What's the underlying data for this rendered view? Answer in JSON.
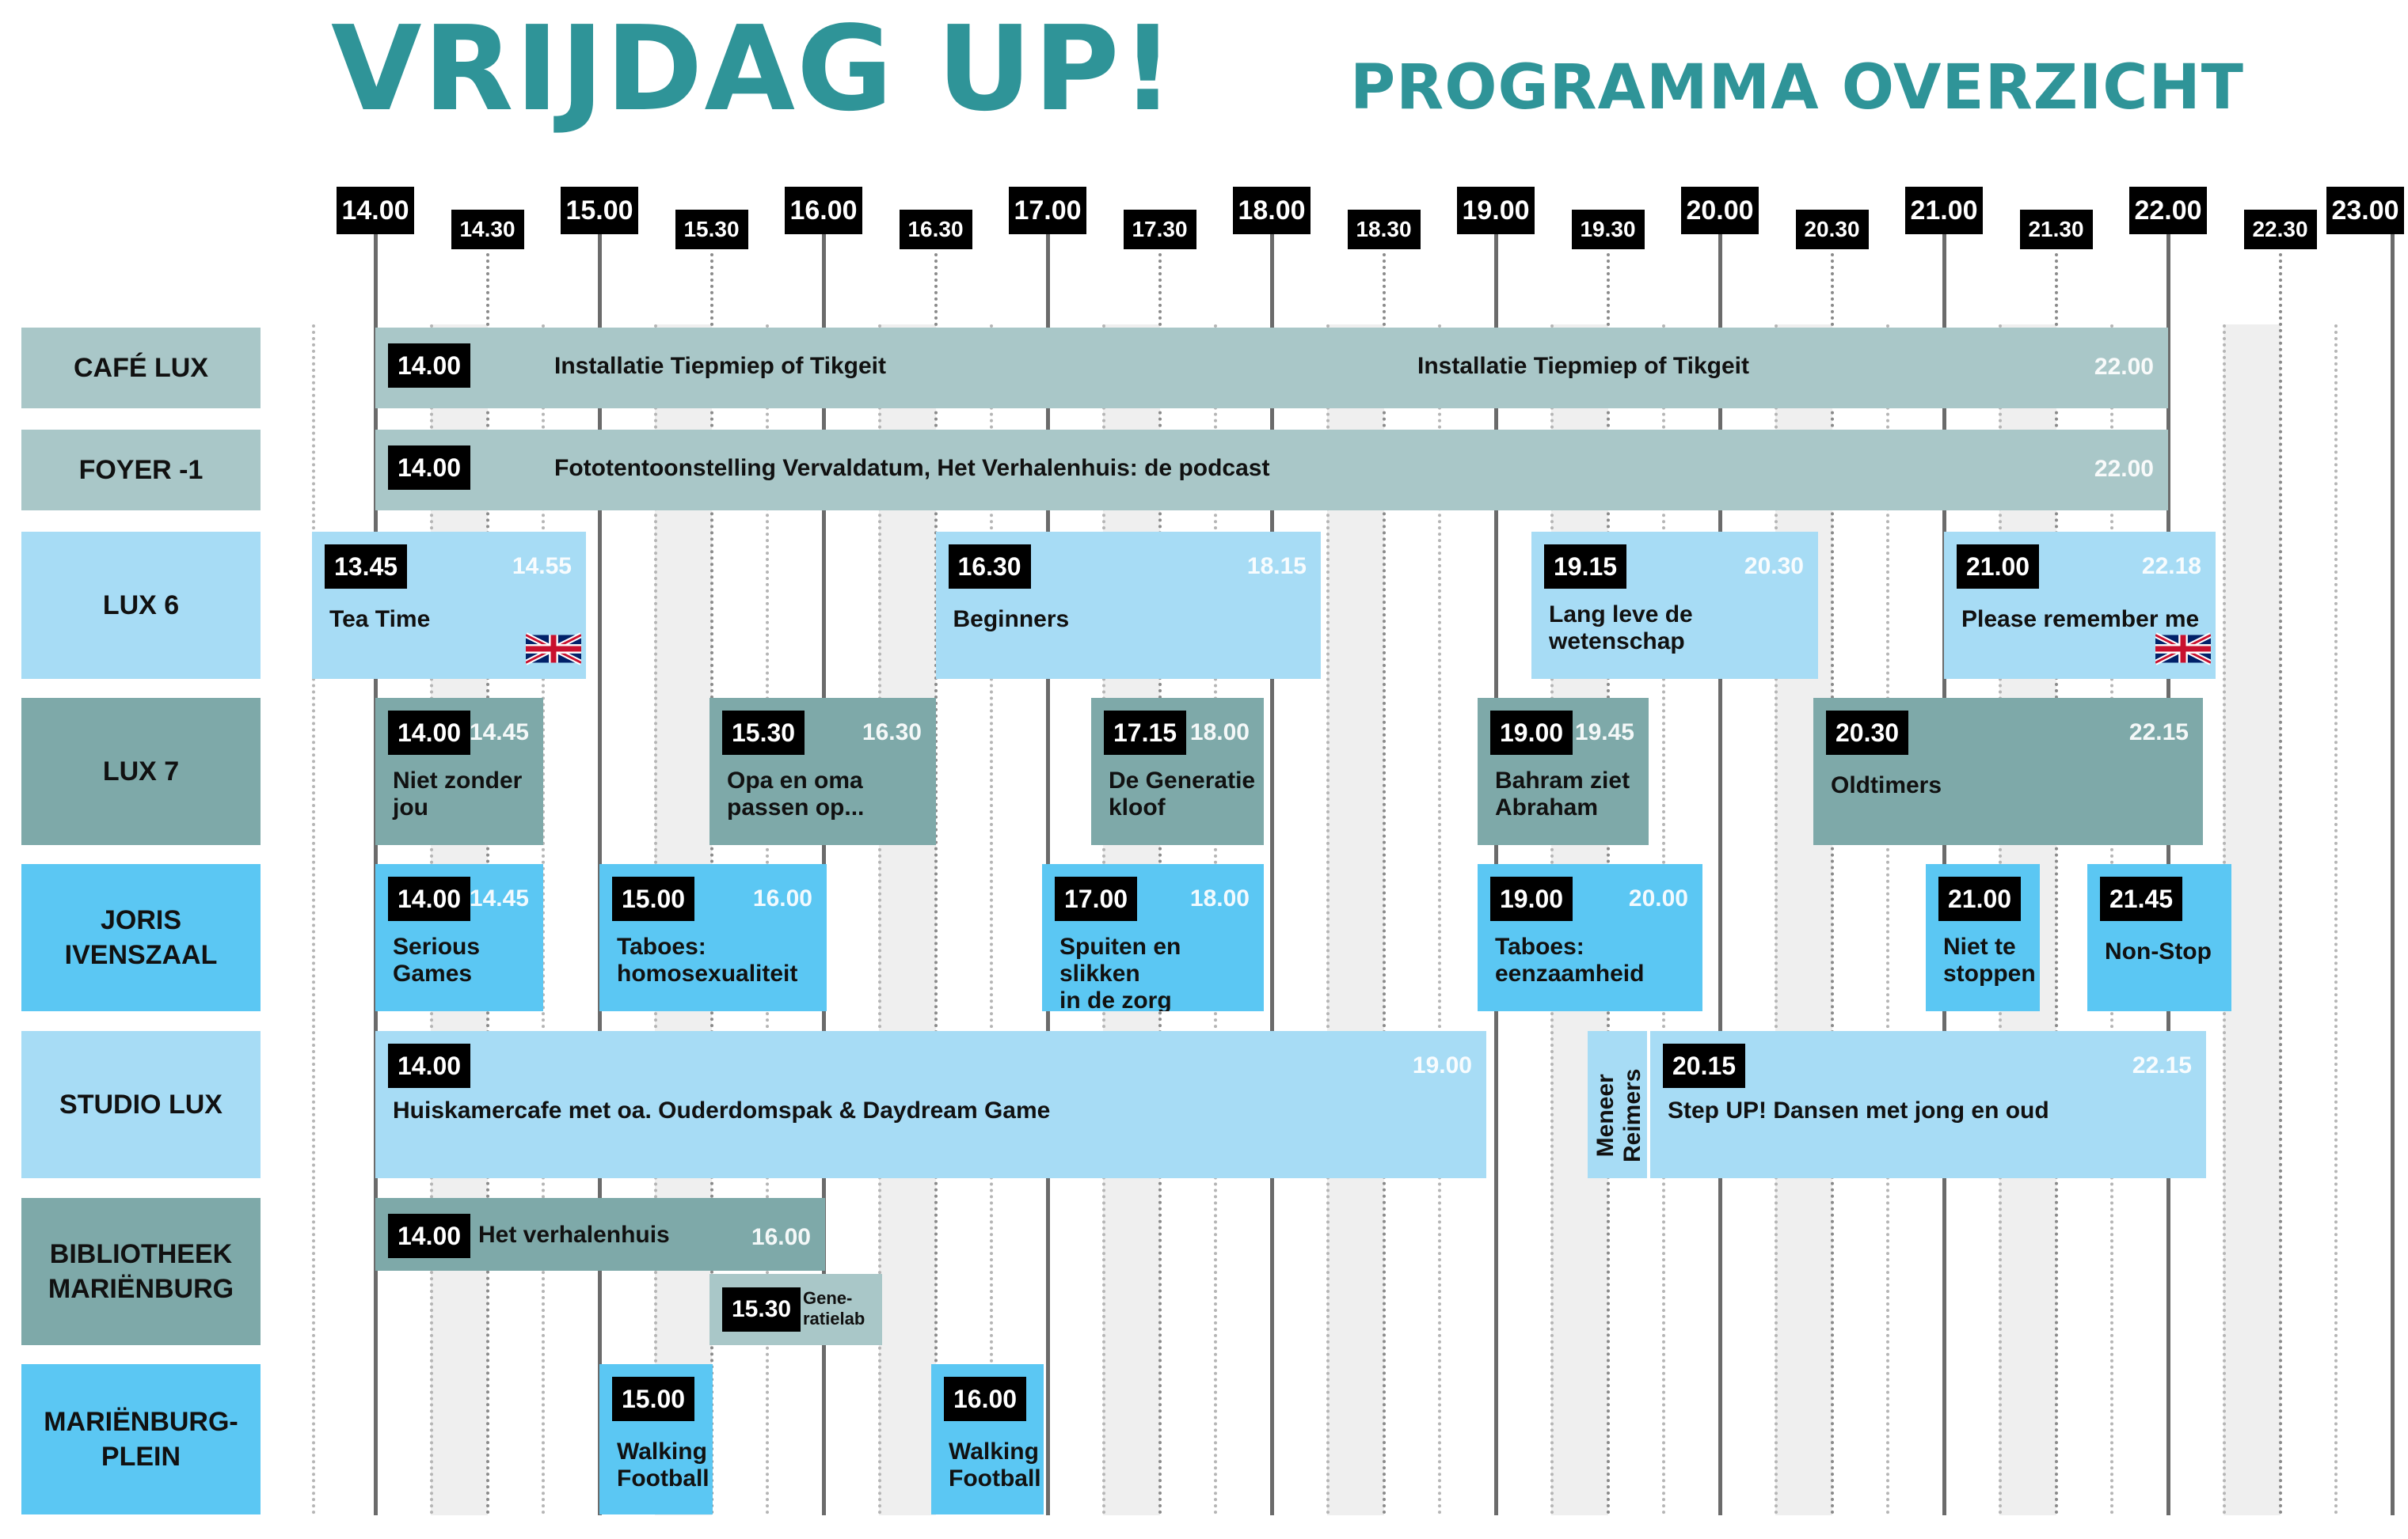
{
  "header": {
    "title": "VRIJDAG UP!",
    "subtitle": "PROGRAMMA OVERZICHT"
  },
  "colors": {
    "teal_title": "#2f9498",
    "grey_teal": "#a9c7c8",
    "light_blue": "#a7dcf5",
    "dark_teal": "#7ea9a9",
    "bright_blue": "#5bc7f3"
  },
  "time_axis": {
    "ticks": [
      "14.00",
      "14.30",
      "15.00",
      "15.30",
      "16.00",
      "16.30",
      "17.00",
      "17.30",
      "18.00",
      "18.30",
      "19.00",
      "19.30",
      "20.00",
      "20.30",
      "21.00",
      "21.30",
      "22.00",
      "22.30",
      "23.00"
    ]
  },
  "halls": [
    {
      "name": "CAFÉ LUX",
      "color": "#a9c7c8"
    },
    {
      "name": "FOYER -1",
      "color": "#a9c7c8"
    },
    {
      "name": "LUX 6",
      "color": "#a7dcf5"
    },
    {
      "name": "LUX 7",
      "color": "#7ea9a9"
    },
    {
      "name": "JORIS\nIVENSZAAL",
      "color": "#5bc7f3"
    },
    {
      "name": "STUDIO LUX",
      "color": "#a7dcf5"
    },
    {
      "name": "BIBLIOTHEEK\nMARIËNBURG",
      "color": "#7ea9a9"
    },
    {
      "name": "MARIËNBURG-\nPLEIN",
      "color": "#5bc7f3"
    }
  ],
  "events": [
    {
      "hall": 0,
      "start": "14.00",
      "end": "22.00",
      "title": "Installatie Tiepmiep of Tikgeit",
      "title2": "Installatie Tiepmiep of Tikgeit",
      "color": "#a9c7c8"
    },
    {
      "hall": 1,
      "start": "14.00",
      "end": "22.00",
      "title": "Fototentoonstelling Vervaldatum, Het Verhalenhuis: de podcast",
      "color": "#a9c7c8"
    },
    {
      "hall": 2,
      "start": "13.45",
      "end": "14.55",
      "title": "Tea Time",
      "flag": "uk-flag-icon",
      "color": "#a7dcf5"
    },
    {
      "hall": 2,
      "start": "16.30",
      "end": "18.15",
      "title": "Beginners",
      "color": "#a7dcf5"
    },
    {
      "hall": 2,
      "start": "19.15",
      "end": "20.30",
      "title": "Lang leve de\nwetenschap",
      "color": "#a7dcf5"
    },
    {
      "hall": 2,
      "start": "21.00",
      "end": "22.18",
      "title": "Please remember me",
      "flag": "uk-flag-icon",
      "color": "#a7dcf5"
    },
    {
      "hall": 3,
      "start": "14.00",
      "end": "14.45",
      "title": "Niet zonder\njou",
      "color": "#7ea9a9"
    },
    {
      "hall": 3,
      "start": "15.30",
      "end": "16.30",
      "title": "Opa en oma\npassen op...",
      "color": "#7ea9a9"
    },
    {
      "hall": 3,
      "start": "17.15",
      "end": "18.00",
      "title": "De Generatie\nkloof",
      "color": "#7ea9a9"
    },
    {
      "hall": 3,
      "start": "19.00",
      "end": "19.45",
      "title": "Bahram ziet\nAbraham",
      "color": "#7ea9a9"
    },
    {
      "hall": 3,
      "start": "20.30",
      "end": "22.15",
      "title": "Oldtimers",
      "color": "#7ea9a9"
    },
    {
      "hall": 4,
      "start": "14.00",
      "end": "14.45",
      "title": "Serious\nGames",
      "color": "#5bc7f3"
    },
    {
      "hall": 4,
      "start": "15.00",
      "end": "16.00",
      "title": "Taboes:\nhomosexualiteit",
      "color": "#5bc7f3"
    },
    {
      "hall": 4,
      "start": "17.00",
      "end": "18.00",
      "title": "Spuiten en slikken\nin de zorg",
      "color": "#5bc7f3"
    },
    {
      "hall": 4,
      "start": "19.00",
      "end": "20.00",
      "title": "Taboes:\neenzaamheid",
      "color": "#5bc7f3"
    },
    {
      "hall": 4,
      "start": "21.00",
      "end": "",
      "title": "Niet te\nstoppen",
      "color": "#5bc7f3"
    },
    {
      "hall": 4,
      "start": "21.45",
      "end": "",
      "title": "Non-Stop",
      "color": "#5bc7f3"
    },
    {
      "hall": 5,
      "start": "14.00",
      "end": "19.00",
      "title": "Huiskamercafe met oa. Ouderdomspak & Daydream Game",
      "color": "#a7dcf5"
    },
    {
      "hall": 5,
      "start": "",
      "end": "",
      "title": "Meneer\nReimers",
      "vertical": true,
      "color": "#a7dcf5"
    },
    {
      "hall": 5,
      "start": "20.15",
      "end": "22.15",
      "title": "Step UP! Dansen met jong en oud",
      "color": "#a7dcf5"
    },
    {
      "hall": 6,
      "start": "14.00",
      "end": "16.00",
      "title": "Het verhalenhuis",
      "color": "#7ea9a9"
    },
    {
      "hall": 6,
      "start": "15.30",
      "end": "",
      "title": "Gene-\nratielab",
      "color": "#a9c7c8",
      "small": true
    },
    {
      "hall": 7,
      "start": "15.00",
      "end": "",
      "title": "Walking\nFootball",
      "color": "#5bc7f3"
    },
    {
      "hall": 7,
      "start": "16.00",
      "end": "",
      "title": "Walking\nFootball",
      "color": "#5bc7f3"
    }
  ]
}
